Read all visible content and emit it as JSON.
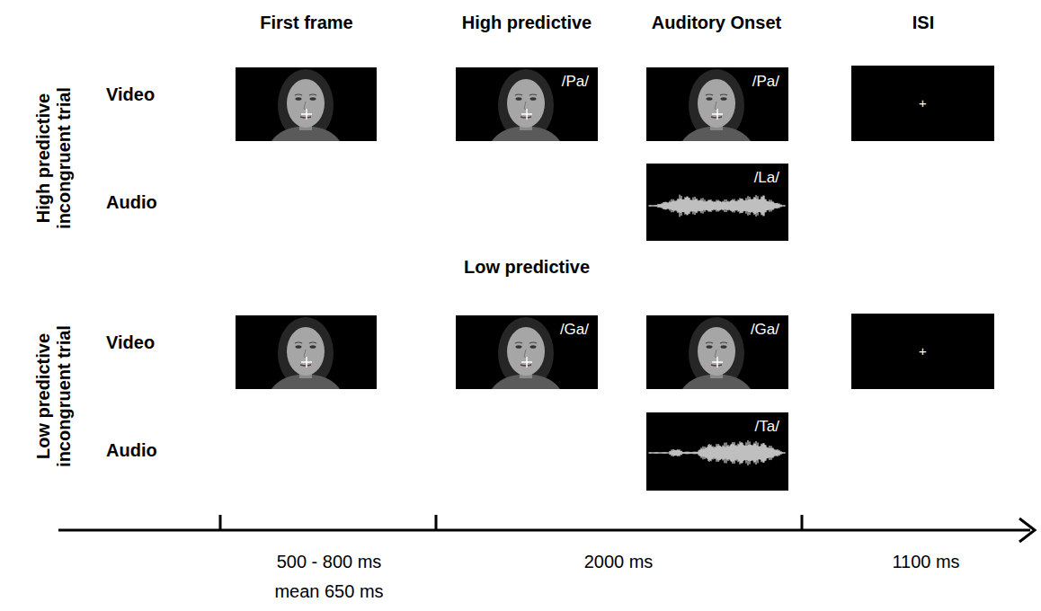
{
  "diagram": {
    "nodes": [
      {
        "text": [
          "/Pa/"
        ]
      },
      {
        "text": [
          "/Pa/"
        ]
      },
      {
        "text": [
          "/La/"
        ]
      },
      {
        "text": [
          "+"
        ]
      },
      {
        "text": [
          "/Ga/"
        ]
      },
      {
        "text": [
          "/Ga/"
        ]
      },
      {
        "text": [
          "/Ta/"
        ]
      },
      {
        "text": [
          "+"
        ]
      }
    ],
    "labels": [
      "First frame",
      "High predictive",
      "Auditory Onset",
      "ISI",
      "High predictive incongruent trial",
      "Video",
      "Audio",
      "Low predictive",
      "Low predictive incongruent trial",
      "Video",
      "Audio",
      "500 - 800 ms",
      "2000 ms",
      "1100 ms",
      "mean 650 ms"
    ]
  }
}
